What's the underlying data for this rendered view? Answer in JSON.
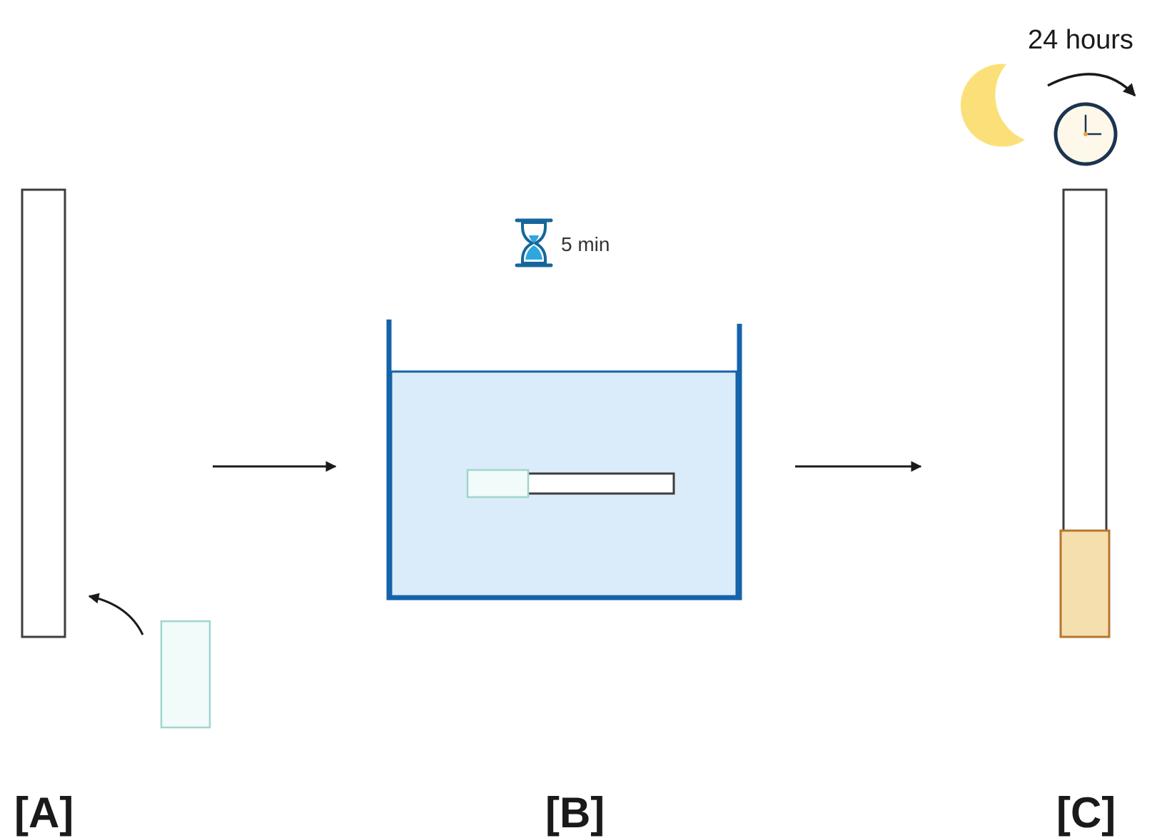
{
  "panels": {
    "a": {
      "label": "[A]"
    },
    "b": {
      "label": "[B]"
    },
    "c": {
      "label": "[C]"
    }
  },
  "timer": {
    "duration_label": "5 min",
    "icon": "hourglass-icon"
  },
  "drying": {
    "duration_label": "24 hours",
    "icons": [
      "moon-icon",
      "clock-icon"
    ]
  },
  "colors": {
    "outline": "#3d3d3d",
    "strip_fill": "#f1fbfa",
    "strip_edge": "#9fd6cf",
    "bath_water": "#daecf9",
    "bath_wall": "#1463ab",
    "hourglass": "#16669c",
    "hourglass_sand": "#2ea7de",
    "stain_fill": "#f6dfae",
    "stain_edge": "#b5762f",
    "moon": "#fbe07a",
    "clock_ring": "#1d3450",
    "clock_face": "#fdf8ea",
    "clock_hand": "#e8a13a",
    "arrow": "#1a1a1a"
  }
}
